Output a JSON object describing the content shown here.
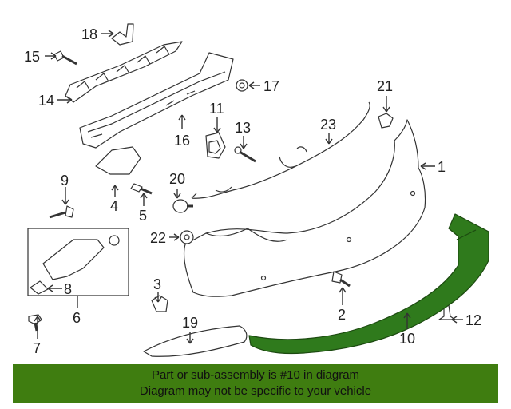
{
  "callouts": [
    "1",
    "2",
    "3",
    "4",
    "5",
    "6",
    "7",
    "8",
    "9",
    "10",
    "11",
    "12",
    "13",
    "14",
    "15",
    "16",
    "17",
    "18",
    "19",
    "20",
    "21",
    "22",
    "23"
  ],
  "banner": {
    "line1": "Part or sub-assembly is #10 in diagram",
    "line2": "Diagram may not be specific to your vehicle"
  },
  "colors": {
    "highlight_part": "#2f7a1c",
    "banner_bg": "#3f7d10",
    "line": "#333333"
  }
}
